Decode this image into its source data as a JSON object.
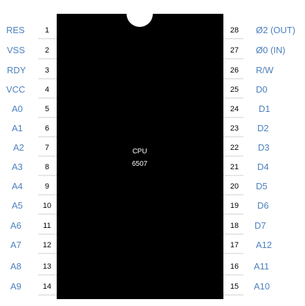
{
  "chip": {
    "name": "CPU",
    "model": "6507"
  },
  "colors": {
    "body": "#000000",
    "label": "#4a7fbd",
    "pin_number": "#000000",
    "pin_line": "#cfcfcf",
    "background": "#ffffff"
  },
  "left_pins": [
    {
      "number": "1",
      "label": "RES"
    },
    {
      "number": "2",
      "label": "VSS"
    },
    {
      "number": "3",
      "label": "RDY"
    },
    {
      "number": "4",
      "label": "VCC"
    },
    {
      "number": "5",
      "label": "A0"
    },
    {
      "number": "6",
      "label": "A1"
    },
    {
      "number": "7",
      "label": "A2"
    },
    {
      "number": "8",
      "label": "A3"
    },
    {
      "number": "9",
      "label": "A4"
    },
    {
      "number": "10",
      "label": "A5"
    },
    {
      "number": "11",
      "label": "A6"
    },
    {
      "number": "12",
      "label": "A7"
    },
    {
      "number": "13",
      "label": "A8"
    },
    {
      "number": "14",
      "label": "A9"
    }
  ],
  "right_pins": [
    {
      "number": "28",
      "label": "Ø2 (OUT)"
    },
    {
      "number": "27",
      "label": "Ø0 (IN)"
    },
    {
      "number": "26",
      "label": "R/W"
    },
    {
      "number": "25",
      "label": "D0"
    },
    {
      "number": "24",
      "label": "D1"
    },
    {
      "number": "23",
      "label": "D2"
    },
    {
      "number": "22",
      "label": "D3"
    },
    {
      "number": "21",
      "label": "D4"
    },
    {
      "number": "20",
      "label": "D5"
    },
    {
      "number": "19",
      "label": "D6"
    },
    {
      "number": "18",
      "label": "D7"
    },
    {
      "number": "17",
      "label": "A12"
    },
    {
      "number": "16",
      "label": "A11"
    },
    {
      "number": "15",
      "label": "A10"
    }
  ]
}
